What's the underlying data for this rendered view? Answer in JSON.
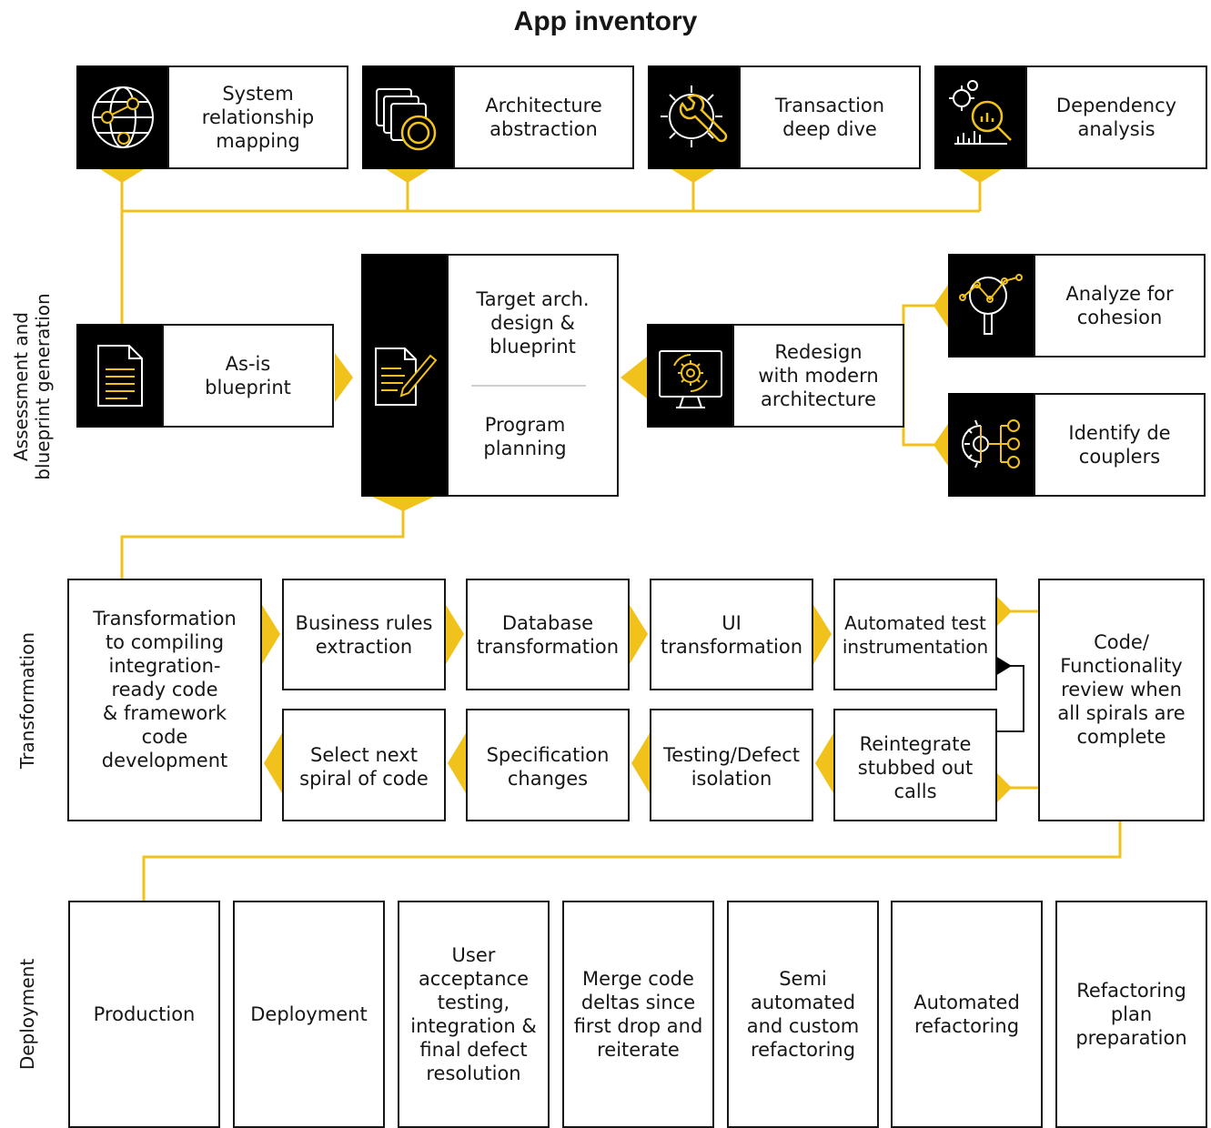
{
  "title": "App inventory",
  "accent_color": "#F1C21B",
  "sections": {
    "assessment": "Assessment and\nblueprint generation",
    "transformation": "Transformation",
    "deployment": "Deployment"
  },
  "inventory": [
    {
      "label": "System\nrelationship\nmapping",
      "icon": "globe-network-icon"
    },
    {
      "label": "Architecture\nabstraction",
      "icon": "layers-magnify-icon"
    },
    {
      "label": "Transaction\ndeep dive",
      "icon": "gear-wrench-icon"
    },
    {
      "label": "Dependency\nanalysis",
      "icon": "gear-chart-magnify-icon"
    }
  ],
  "blueprint": {
    "as_is": {
      "label": "As-is\nblueprint",
      "icon": "document-icon"
    },
    "target": {
      "label": "Target arch.\ndesign &\nblueprint",
      "label2": "Program\nplanning",
      "icon": "document-pen-icon"
    },
    "redesign": {
      "label": "Redesign\nwith modern\narchitecture",
      "icon": "monitor-gear-icon"
    },
    "analyze": {
      "label": "Analyze for\ncohesion",
      "icon": "magnify-chart-icon"
    },
    "identify": {
      "label": "Identify de\ncouplers",
      "icon": "gear-network-icon"
    }
  },
  "transformation": {
    "main": "Transformation\nto compiling\nintegration-\nready code\n& framework\ncode\ndevelopment",
    "top_row": [
      "Business rules\nextraction",
      "Database\ntransformation",
      "UI\ntransformation",
      "Automated test\ninstrumentation"
    ],
    "bottom_row": [
      "Select next\nspiral of code",
      "Specification\nchanges",
      "Testing/Defect\nisolation",
      "Reintegrate\nstubbed out\ncalls"
    ],
    "review": "Code/\nFunctionality\nreview when\nall spirals are\ncomplete"
  },
  "deployment": [
    "Production",
    "Deployment",
    "User\nacceptance\ntesting,\nintegration &\nfinal defect\nresolution",
    "Merge code\ndeltas since\nfirst drop and\nreiterate",
    "Semi\nautomated\nand custom\nrefactoring",
    "Automated\nrefactoring",
    "Refactoring\nplan\npreparation"
  ]
}
